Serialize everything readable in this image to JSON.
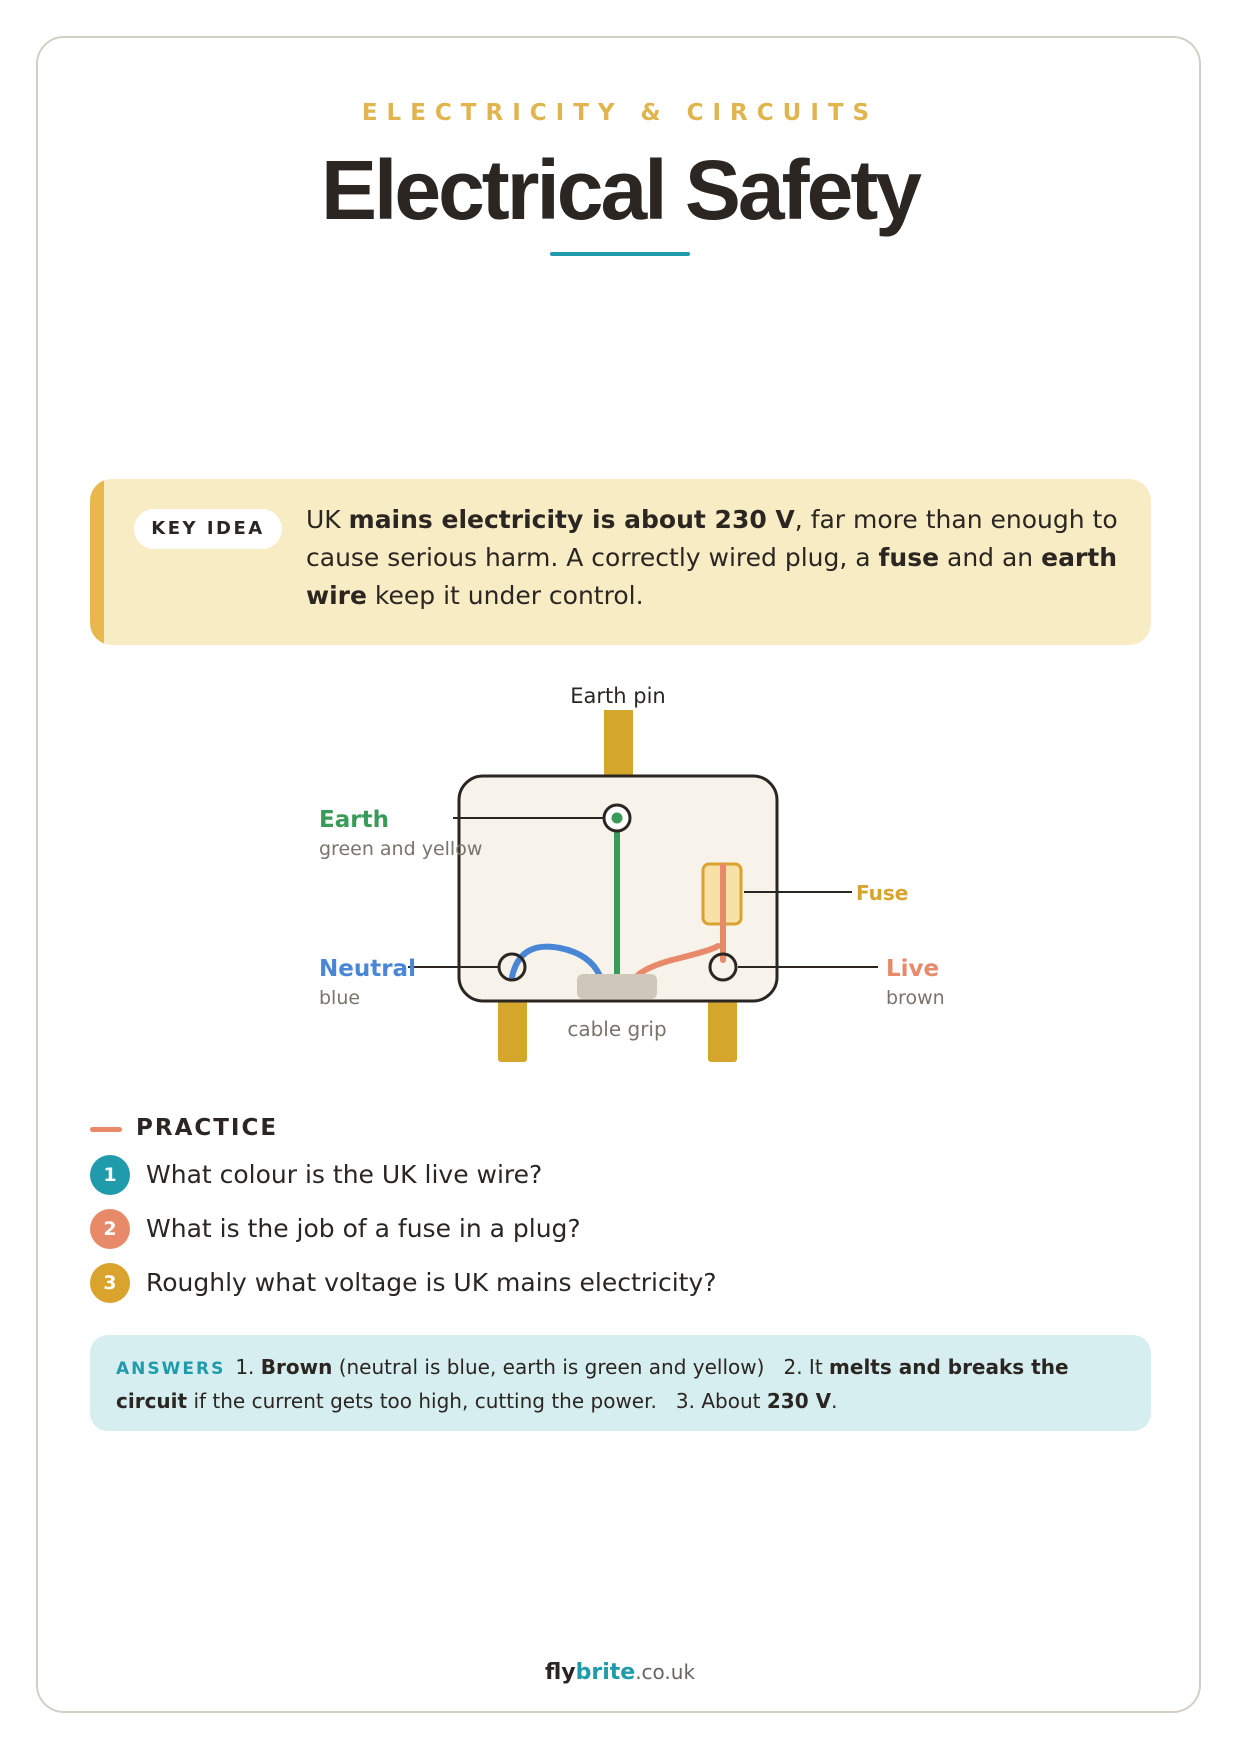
{
  "header": {
    "kicker": "ELECTRICITY & CIRCUITS",
    "title": "Electrical Safety"
  },
  "key_idea": {
    "badge": "KEY IDEA",
    "parts": [
      {
        "text": "UK ",
        "bold": false
      },
      {
        "text": "mains electricity is about 230 V",
        "bold": true
      },
      {
        "text": ", far more than enough to cause serious harm. A correctly wired plug, a ",
        "bold": false
      },
      {
        "text": "fuse",
        "bold": true
      },
      {
        "text": " and an ",
        "bold": false
      },
      {
        "text": "earth wire",
        "bold": true
      },
      {
        "text": " keep it under control.",
        "bold": false
      }
    ]
  },
  "diagram": {
    "earth_pin": "Earth pin",
    "earth": {
      "label": "Earth",
      "sub": "green and yellow"
    },
    "neutral": {
      "label": "Neutral",
      "sub": "blue"
    },
    "fuse": {
      "label": "Fuse"
    },
    "live": {
      "label": "Live",
      "sub": "brown"
    },
    "cable_grip": "cable grip",
    "colors": {
      "earth": "#3a9a5a",
      "neutral": "#4a86d6",
      "live": "#e8896a",
      "fuse": "#d9a32e",
      "pin": "#d4a72c"
    }
  },
  "practice": {
    "heading": "PRACTICE",
    "questions": [
      {
        "num": "1",
        "text": "What colour is the UK live wire?",
        "color": "#1f9bab"
      },
      {
        "num": "2",
        "text": "What is the job of a fuse in a plug?",
        "color": "#e8896a"
      },
      {
        "num": "3",
        "text": "Roughly what voltage is UK mains electricity?",
        "color": "#d9a32e"
      }
    ]
  },
  "answers": {
    "label": "ANSWERS",
    "parts": [
      {
        "text": "1. ",
        "bold": false
      },
      {
        "text": "Brown",
        "bold": true
      },
      {
        "text": " (neutral is blue, earth is green and yellow)   2. It ",
        "bold": false
      },
      {
        "text": "melts and breaks the circuit",
        "bold": true
      },
      {
        "text": " if the current gets too high, cutting the power.   3. About ",
        "bold": false
      },
      {
        "text": "230 V",
        "bold": true
      },
      {
        "text": ".",
        "bold": false
      }
    ]
  },
  "footer": {
    "brand_a": "fly",
    "brand_b": "brite",
    "domain": ".co.uk"
  }
}
